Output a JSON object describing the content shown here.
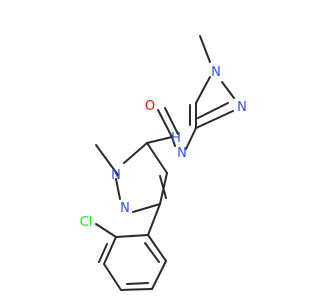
{
  "molecule": {
    "atom_labels": {
      "oxygen": "O",
      "amide_nh": "N",
      "amide_h": "H",
      "ring_n1": "N",
      "ring_n2": "N",
      "pyrazole2_n1": "N",
      "pyrazole2_n2": "N",
      "chlorine": "Cl"
    },
    "colors": {
      "bond": "#2b2b2b",
      "nitrogen": "#3050f8",
      "oxygen": "#ff0d0d",
      "chlorine": "#1ff01f"
    }
  }
}
